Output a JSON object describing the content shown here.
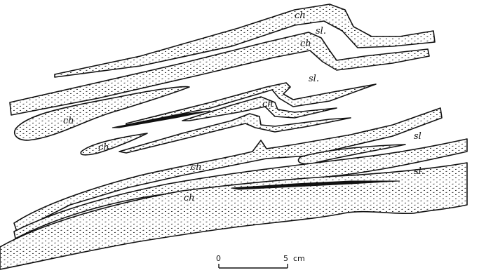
{
  "labels": {
    "ch_top": "ch",
    "sl_top": "sl.",
    "ch_second": "ch",
    "sl_middle": "sl.",
    "ch_fold": "ch",
    "ch_left": "ch",
    "ch_small": "ch",
    "sl_right": "sl",
    "ch_lower": "ch",
    "sl_lower": "sl.",
    "ch_bottom": "ch"
  },
  "scale_bar": {
    "start_label": "0",
    "end_label": "5",
    "unit": "cm"
  }
}
